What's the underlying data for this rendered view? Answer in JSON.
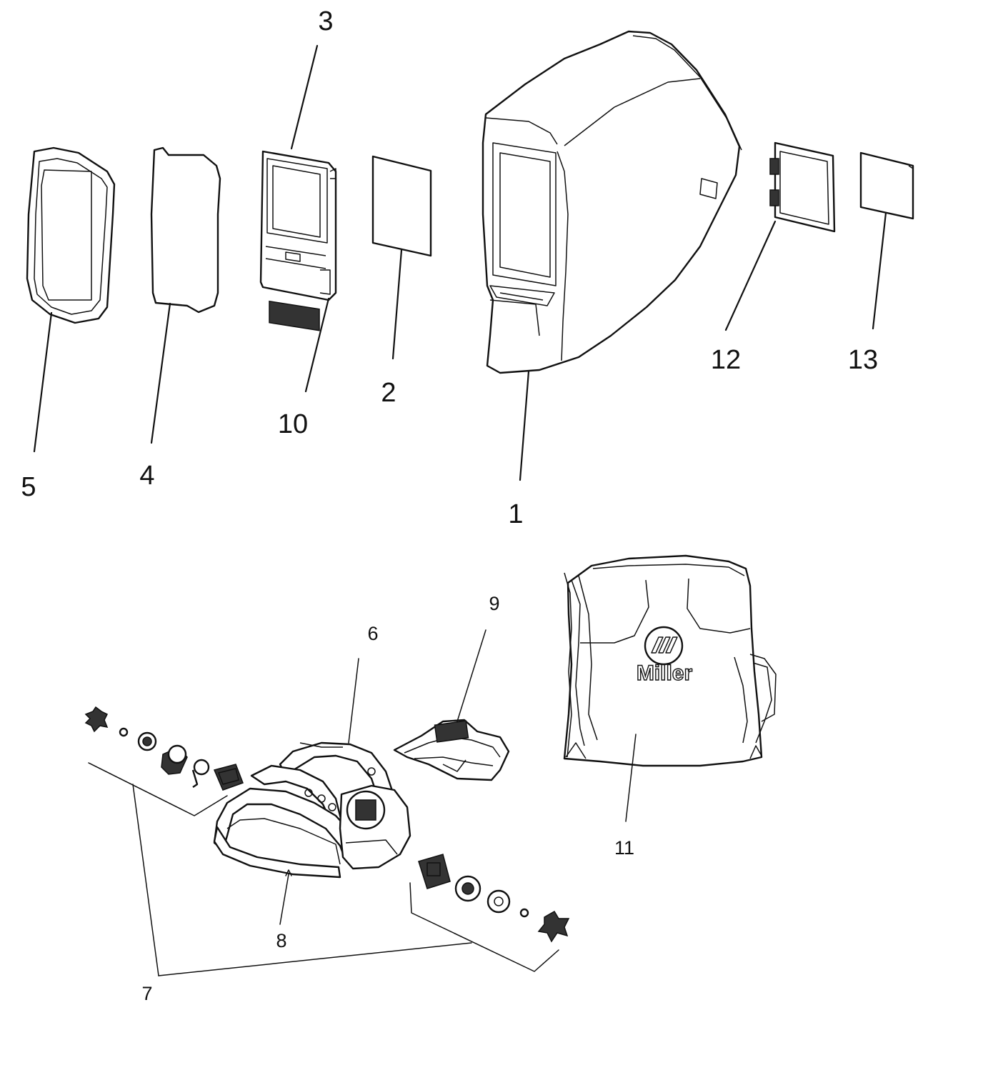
{
  "diagram": {
    "callouts_top": [
      {
        "id": "5",
        "label": "5"
      },
      {
        "id": "4",
        "label": "4"
      },
      {
        "id": "3",
        "label": "3"
      },
      {
        "id": "10",
        "label": "10"
      },
      {
        "id": "2",
        "label": "2"
      },
      {
        "id": "1",
        "label": "1"
      },
      {
        "id": "12",
        "label": "12"
      },
      {
        "id": "13",
        "label": "13"
      }
    ],
    "callouts_bottom": [
      {
        "id": "6",
        "label": "6"
      },
      {
        "id": "7",
        "label": "7"
      },
      {
        "id": "8",
        "label": "8"
      },
      {
        "id": "9",
        "label": "9"
      },
      {
        "id": "11",
        "label": "11"
      }
    ],
    "bag_brand": "Miller"
  }
}
